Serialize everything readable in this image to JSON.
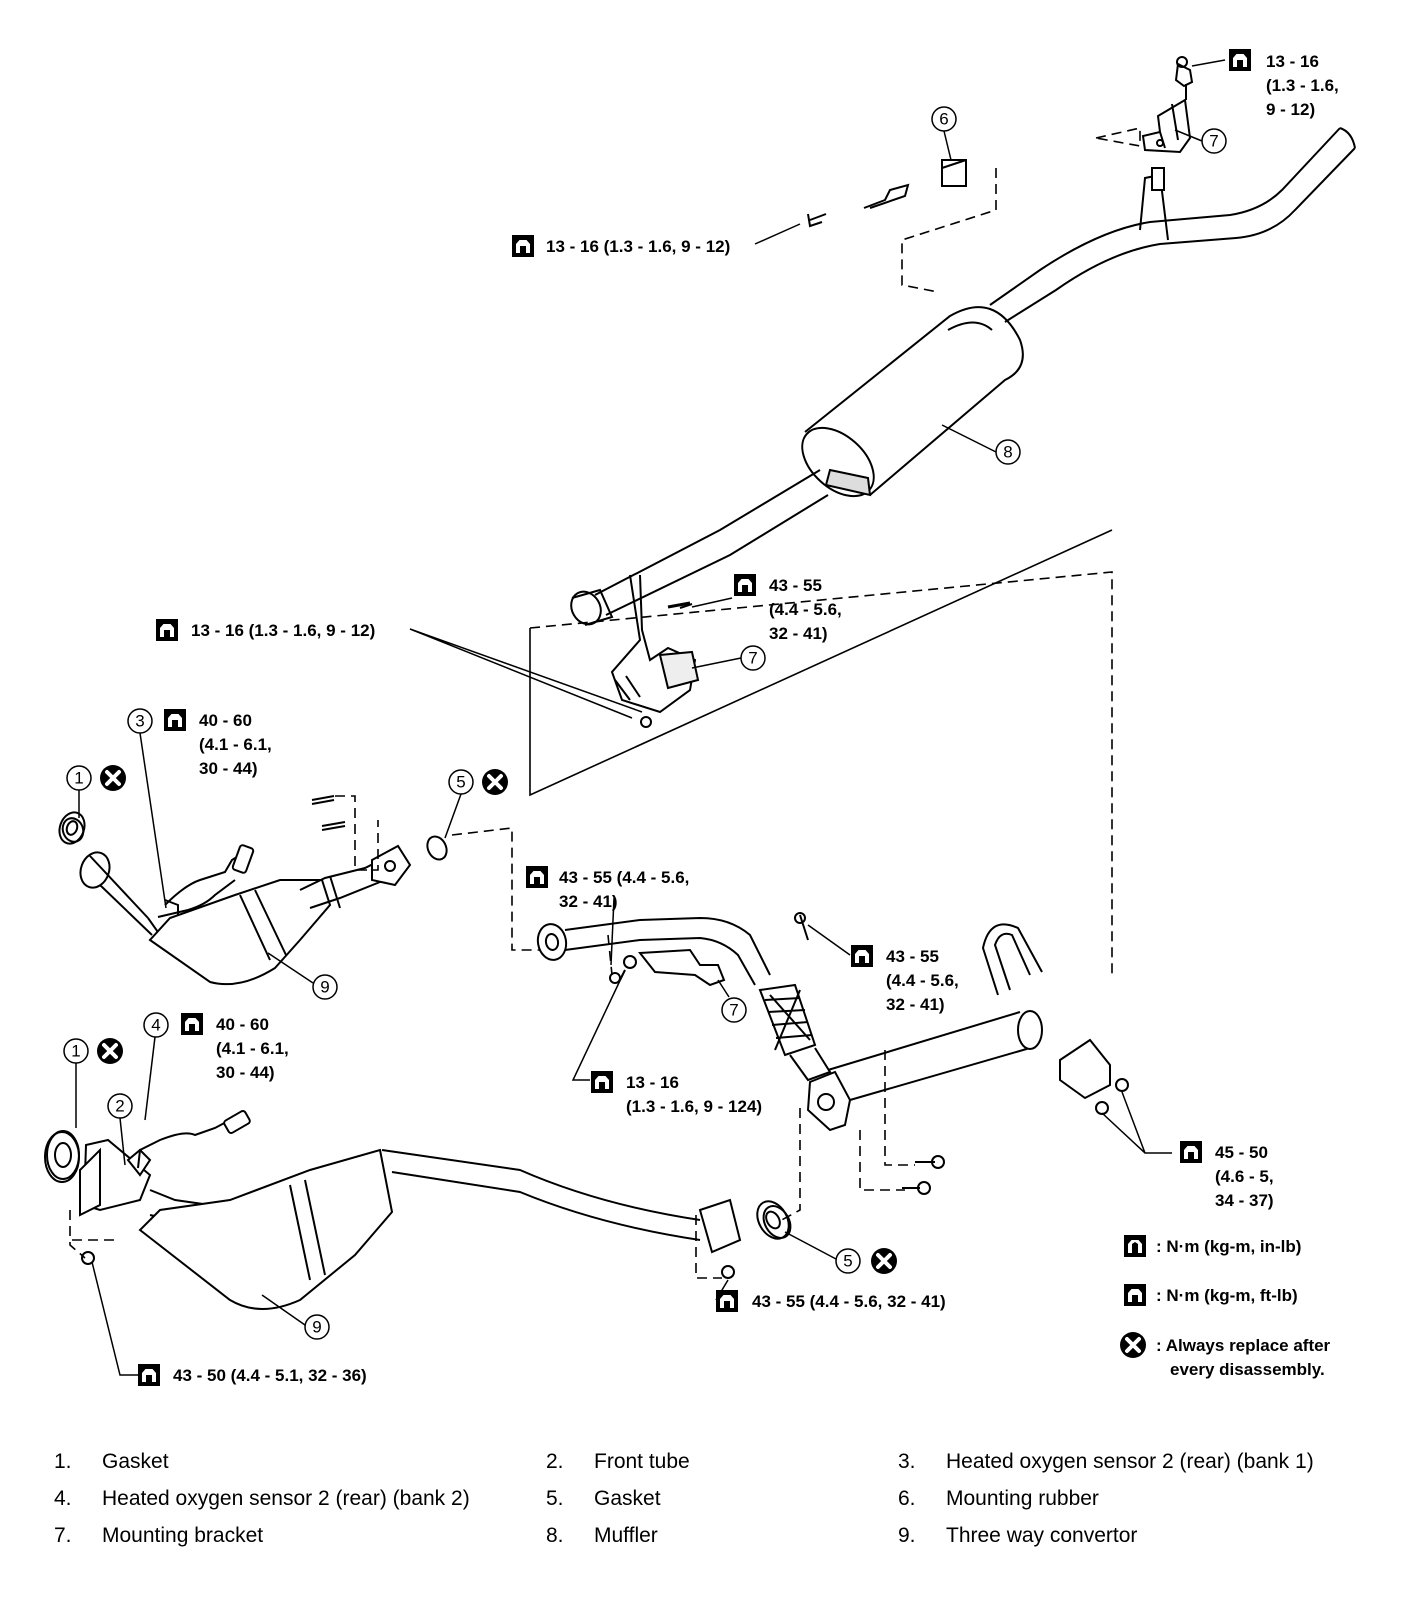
{
  "torque": {
    "t1": [
      "13 - 16",
      "(1.3 - 1.6,",
      "9 - 12)"
    ],
    "t2": "13 - 16 (1.3 - 1.6, 9 - 12)",
    "t3": [
      "43 - 55",
      "(4.4 - 5.6,",
      "32 - 41)"
    ],
    "t4": "13 - 16 (1.3 - 1.6, 9 - 12)",
    "t5": [
      "40 - 60",
      "(4.1 - 6.1,",
      "30 - 44)"
    ],
    "t6": [
      "43 - 55 (4.4 - 5.6,",
      "32 - 41)"
    ],
    "t7": [
      "43 - 55",
      "(4.4 - 5.6,",
      "32 - 41)"
    ],
    "t8": [
      "40 - 60",
      "(4.1 - 6.1,",
      "30 - 44)"
    ],
    "t9": [
      "13 - 16",
      "(1.3 - 1.6, 9 - 124)"
    ],
    "t10": [
      "45 - 50",
      "(4.6 - 5,",
      "34 - 37)"
    ],
    "t11": "43 - 55 (4.4 - 5.6, 32 - 41)",
    "t12": "43 - 50 (4.4 - 5.1, 32 - 36)"
  },
  "callouts": {
    "c1": "6",
    "c2": "7",
    "c3": "8",
    "c4": "7",
    "c5": "3",
    "c6": "1",
    "c7": "5",
    "c8": "9",
    "c9": "7",
    "c10": "4",
    "c11": "1",
    "c12": "2",
    "c13": "5",
    "c14": "9"
  },
  "symbol_legend": {
    "nm_in_lb": ": N·m (kg-m, in-lb)",
    "nm_ft_lb": ": N·m (kg-m, ft-lb)",
    "replace": [
      ": Always replace after",
      "every disassembly."
    ]
  },
  "parts": [
    {
      "num": "1.",
      "name": "Gasket"
    },
    {
      "num": "2.",
      "name": "Front tube"
    },
    {
      "num": "3.",
      "name": "Heated oxygen sensor 2 (rear) (bank 1)"
    },
    {
      "num": "4.",
      "name": "Heated oxygen sensor 2 (rear) (bank 2)"
    },
    {
      "num": "5.",
      "name": "Gasket"
    },
    {
      "num": "6.",
      "name": "Mounting rubber"
    },
    {
      "num": "7.",
      "name": "Mounting bracket"
    },
    {
      "num": "8.",
      "name": "Muffler"
    },
    {
      "num": "9.",
      "name": "Three way convertor"
    }
  ]
}
